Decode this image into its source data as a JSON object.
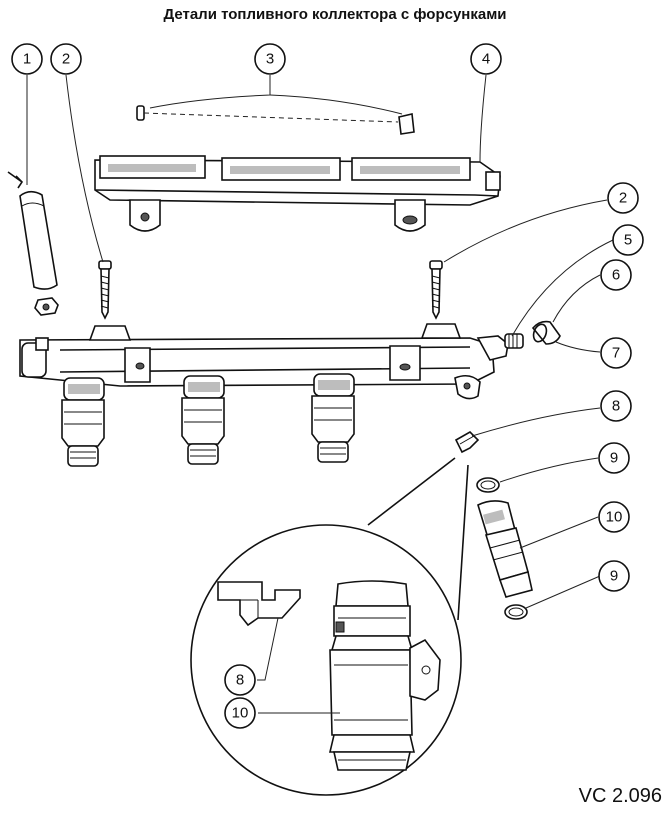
{
  "title": "Детали топливного коллектора с форсунками",
  "figure_code": "VC 2.096",
  "callouts": [
    "1",
    "2",
    "3",
    "4",
    "2",
    "5",
    "6",
    "7",
    "8",
    "9",
    "10",
    "9",
    "8",
    "10"
  ]
}
